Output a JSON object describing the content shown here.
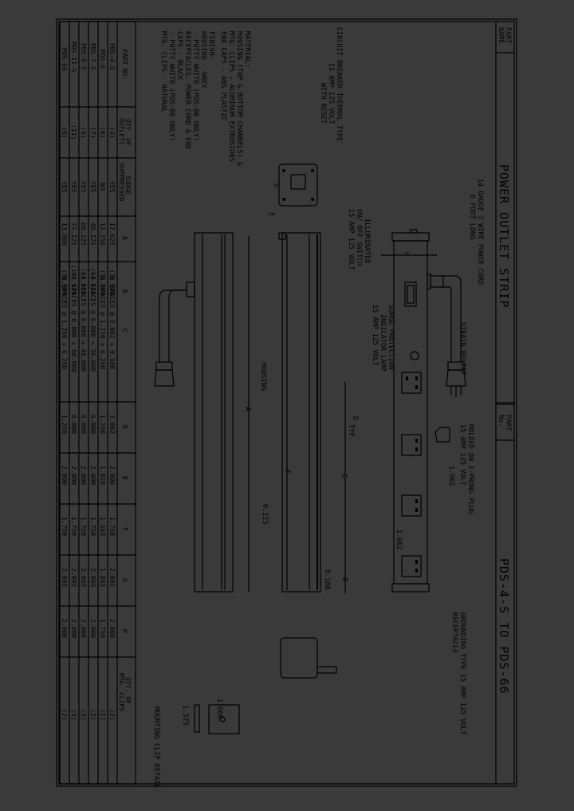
{
  "title_block": {
    "part_name_label": "PART NAME",
    "part_name": "POWER OUTLET STRIP",
    "part_no_label": "PART No.",
    "part_no": "PDS-4-S TO PDS-66"
  },
  "callouts": {
    "power_cord": [
      "14 GAUGE 3 WIRE POWER CORD",
      "6 FOOT LONG"
    ],
    "circuit_breaker": [
      "CIRCUIT BREAKER THERMAL TYPE",
      "15 AMP 125 VOLT",
      "WITH RESET"
    ],
    "switch": [
      "ILLUMINATED",
      "ON/ OFF SWITCH",
      "15 AMP 125 VOLT"
    ],
    "surge_lamp": [
      "SURGE PROTECTION",
      "INDICATOR LAMP",
      "15 AMP 125 VOLT"
    ],
    "strain_relief": "STRAIN RELIEF",
    "plug": [
      "MOLDED ON 3-PRONG PLUG",
      "15 AMP 125 VOLT"
    ],
    "receptacle": [
      "GROUNDING TYPE 15 AMP 125 VOLT",
      "RECEPTACLE"
    ],
    "housing": "HOUSING",
    "mounting_clip": "MOUNTING CLIP DETAIL"
  },
  "dimensions": {
    "A": "A",
    "B": "B",
    "C": "C",
    "D": "D",
    "D_typ": "TYP.",
    "E": "E",
    "F": "F",
    "G": "G",
    "H": "H",
    "outlet_width": "1.062",
    "outlet_height": "1.062",
    "gap_0188": "0.188",
    "gap_0125": "0.125",
    "clip_width": "1.600",
    "clip_height": "1.375"
  },
  "notes": {
    "material_title": "MATERIAL:",
    "material_lines": [
      "HOUSING (TOP & BOTTOM CHANNELS) &",
      "  MTG. CLIPS - ALUMINUM EXTRUSIONS",
      "END CAPS - ABS PLASTIC"
    ],
    "finish_title": "FINISH:",
    "finish_lines": [
      "HOUSING - GREY",
      "    - PUTTY WHITE (PDS-66 ONLY)",
      "RECEPTACLES, POWER CORD & END",
      "  CAPS - BLACK",
      "    - PUTTY WHITE (PDS-66 ONLY)",
      "MTG. CLIPS - NATURAL"
    ]
  },
  "table": {
    "headers": [
      "PART NO.",
      "QTY. OF OUTLETS",
      "SURGE SUPPRESSED",
      "A",
      "B",
      "C",
      "D",
      "E",
      "F",
      "G",
      "H",
      "QTY. OF MTG. CLIPS"
    ],
    "rows": [
      [
        "PDS-4-S",
        "(4)",
        "YES",
        "17.625",
        "0.938",
        "(3) SPACES @ 3.062 = 9.188",
        "3.062",
        "2.000",
        "1.750",
        "2.093",
        "2.000",
        "(2)"
      ],
      [
        "PDS-6",
        "(6)",
        "NO",
        "12.250",
        "0.969",
        "(5) SPACES @ 1.250 = 6.250",
        "1.250",
        "1.828",
        "1.563",
        "1.843",
        "1.750",
        "(2)"
      ],
      [
        "PDS-7-S",
        "(7)",
        "YES",
        "48.125",
        "4.625",
        "(6) SPACES @ 6.000 = 36.000",
        "6.000",
        "2.000",
        "1.750",
        "2.093",
        "2.000",
        "(2)"
      ],
      [
        "PDS-9-S",
        "(9)",
        "YES",
        "60.125",
        "4.625",
        "(8) SPACES @ 6.000 = 48.000",
        "6.000",
        "2.000",
        "1.750",
        "2.093",
        "2.000",
        "(3)"
      ],
      [
        "PDS-11-S",
        "(11)",
        "YES",
        "72.125",
        "4.625",
        "(10) SPACES @ 6.000 = 60.000",
        "6.000",
        "2.000",
        "1.750",
        "2.093",
        "2.000",
        "(3)"
      ],
      [
        "PDS-66",
        "(6)",
        "YES",
        "13.000",
        "0.969",
        "(5) SPACES @ 1.250 = 6.250",
        "1.250",
        "2.000",
        "1.750",
        "2.093",
        "2.000",
        "(2)"
      ]
    ]
  }
}
